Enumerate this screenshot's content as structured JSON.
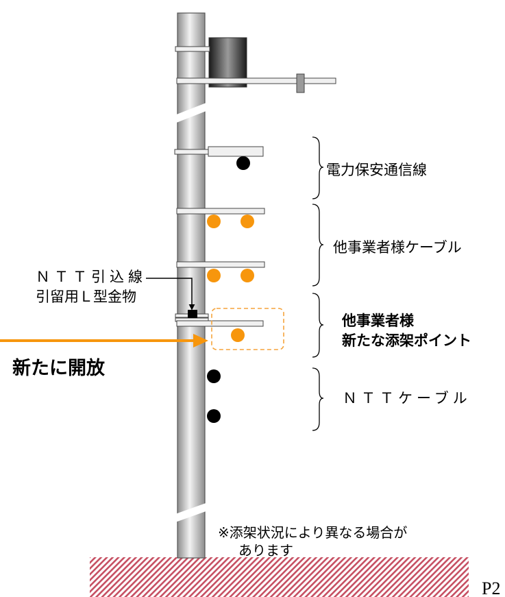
{
  "labels": {
    "power_line": "電力保安通信線",
    "other_operator_cable": "他事業者様ケーブル",
    "ntt_dropline_line1": "ＮＴＴ引込線",
    "ntt_dropline_line2": "引留用Ｌ型金物",
    "new_point_line1": "他事業者様",
    "new_point_line2": "新たな添架ポイント",
    "newly_opened": "新たに開放",
    "ntt_cable": "ＮＴＴケーブル",
    "note_line1": "※添架状況により異なる場合が",
    "note_line2": "あります",
    "page_number": "P2"
  },
  "colors": {
    "orange": "#f7960d",
    "black": "#000000",
    "pole_light": "#e8e8e8",
    "pole_dark": "#8a8a8a",
    "ground": "#c64f62",
    "dashed_box": "#f5a43c"
  }
}
